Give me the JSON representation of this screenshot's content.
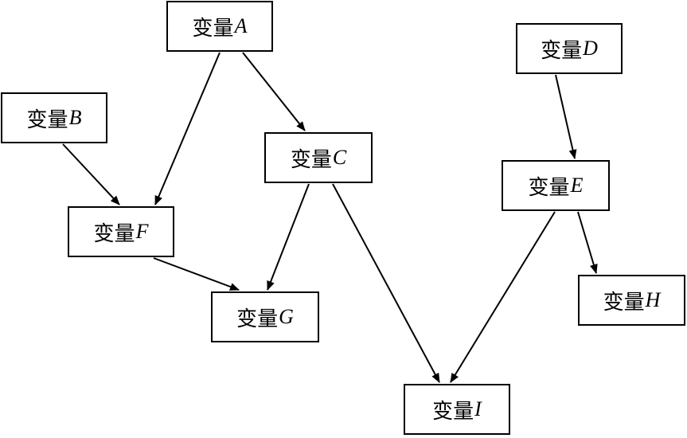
{
  "nodes": {
    "A": {
      "prefix": "变量",
      "letter": "A"
    },
    "B": {
      "prefix": "变量",
      "letter": "B"
    },
    "C": {
      "prefix": "变量",
      "letter": "C"
    },
    "D": {
      "prefix": "变量",
      "letter": "D"
    },
    "E": {
      "prefix": "变量",
      "letter": "E"
    },
    "F": {
      "prefix": "变量",
      "letter": "F"
    },
    "G": {
      "prefix": "变量",
      "letter": "G"
    },
    "H": {
      "prefix": "变量",
      "letter": "H"
    },
    "I": {
      "prefix": "变量",
      "letter": "I"
    }
  },
  "edges": [
    {
      "from": "A",
      "to": "F"
    },
    {
      "from": "A",
      "to": "C"
    },
    {
      "from": "B",
      "to": "F"
    },
    {
      "from": "F",
      "to": "G"
    },
    {
      "from": "C",
      "to": "G"
    },
    {
      "from": "C",
      "to": "I"
    },
    {
      "from": "D",
      "to": "E"
    },
    {
      "from": "E",
      "to": "I"
    },
    {
      "from": "E",
      "to": "H"
    }
  ]
}
